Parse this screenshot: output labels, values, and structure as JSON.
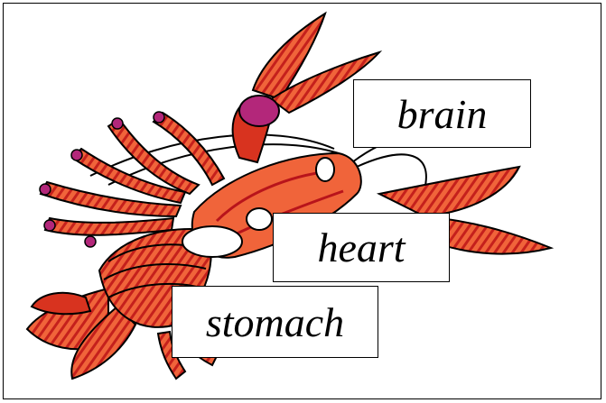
{
  "labels": {
    "brain": "brain",
    "heart": "heart",
    "stomach": "stomach"
  },
  "colors": {
    "body_orange": "#f0643a",
    "light_orange": "#f98a4c",
    "dark_red": "#b8141b",
    "joint_magenta": "#b3277a",
    "organ_white": "#ffffff",
    "outline": "#000000"
  }
}
